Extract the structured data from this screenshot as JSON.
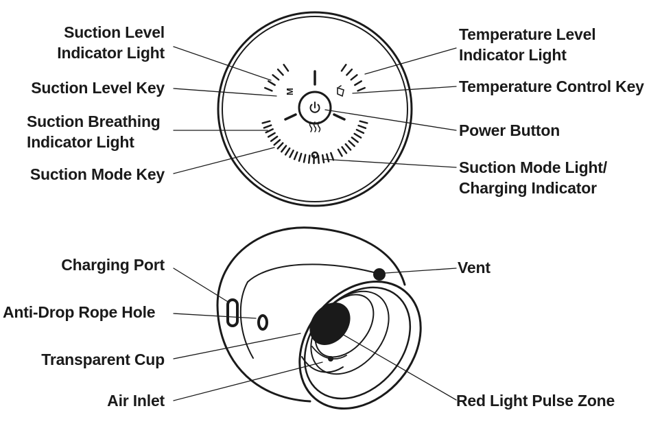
{
  "top_view": {
    "left_labels": [
      {
        "id": "suction-level-indicator-light",
        "lines": [
          "Suction Level",
          "Indicator Light"
        ]
      },
      {
        "id": "suction-level-key",
        "lines": [
          "Suction Level Key"
        ]
      },
      {
        "id": "suction-breathing-indicator-light",
        "lines": [
          "Suction Breathing",
          "Indicator Light"
        ]
      },
      {
        "id": "suction-mode-key",
        "lines": [
          "Suction Mode Key"
        ]
      }
    ],
    "right_labels": [
      {
        "id": "temperature-level-indicator-light",
        "lines": [
          "Temperature Level",
          "Indicator Light"
        ]
      },
      {
        "id": "temperature-control-key",
        "lines": [
          "Temperature Control Key"
        ]
      },
      {
        "id": "power-button",
        "lines": [
          "Power Button"
        ]
      },
      {
        "id": "suction-mode-light",
        "lines": [
          "Suction Mode Light/",
          "Charging Indicator"
        ]
      }
    ],
    "key_glyph": "M"
  },
  "side_view": {
    "left_labels": [
      {
        "id": "charging-port",
        "lines": [
          "Charging Port"
        ]
      },
      {
        "id": "anti-drop-rope-hole",
        "lines": [
          "Anti-Drop Rope Hole"
        ]
      },
      {
        "id": "transparent-cup",
        "lines": [
          "Transparent Cup"
        ]
      },
      {
        "id": "air-inlet",
        "lines": [
          "Air Inlet"
        ]
      }
    ],
    "right_labels": [
      {
        "id": "vent",
        "lines": [
          "Vent"
        ]
      },
      {
        "id": "red-light-pulse-zone",
        "lines": [
          "Red Light Pulse Zone"
        ]
      }
    ]
  },
  "colors": {
    "ink": "#1a1a1a",
    "background": "#ffffff"
  }
}
